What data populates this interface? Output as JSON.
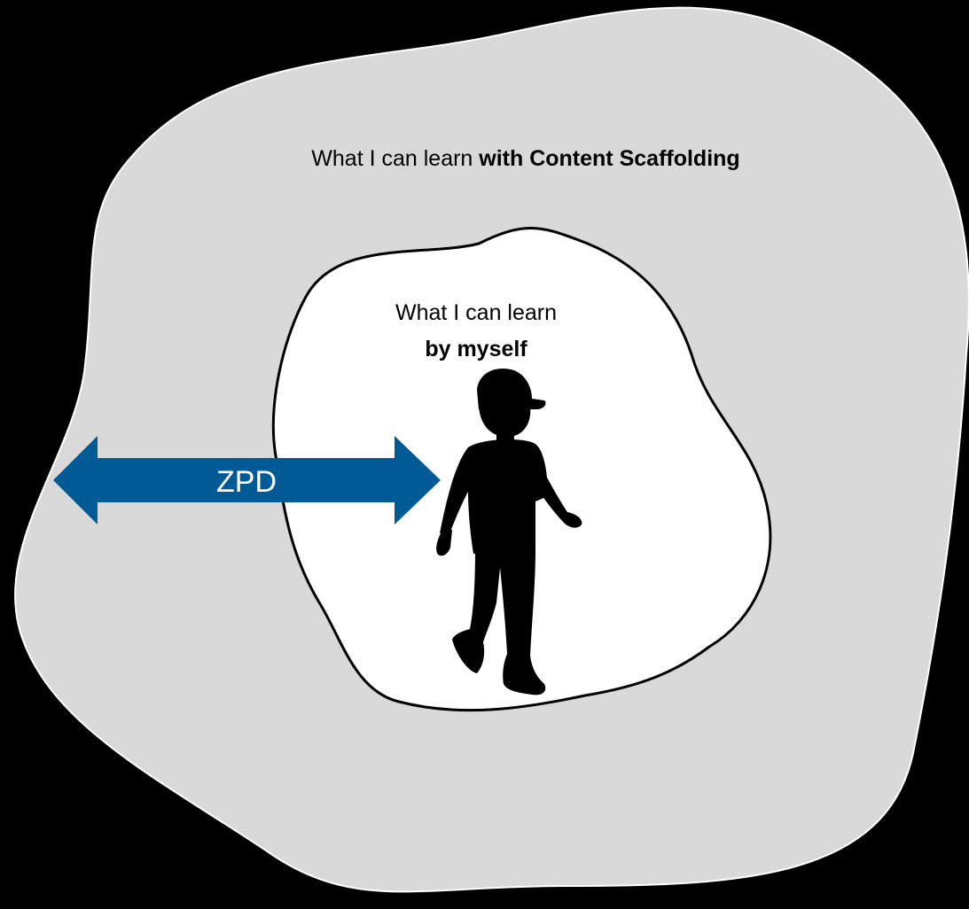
{
  "outer_zone": {
    "label_regular": "What I can learn ",
    "label_bold": "with Content Scaffolding",
    "fill_color": "#d9d9d9",
    "stroke_color": "#ffffff"
  },
  "inner_zone": {
    "label_line1": "What I can learn",
    "label_line2": "by myself",
    "fill_color": "#ffffff",
    "stroke_color": "#000000"
  },
  "zpd_arrow": {
    "label": "ZPD",
    "color": "#005a96"
  },
  "figure": {
    "icon": "walking-child-silhouette-icon"
  },
  "background_color": "#000000"
}
